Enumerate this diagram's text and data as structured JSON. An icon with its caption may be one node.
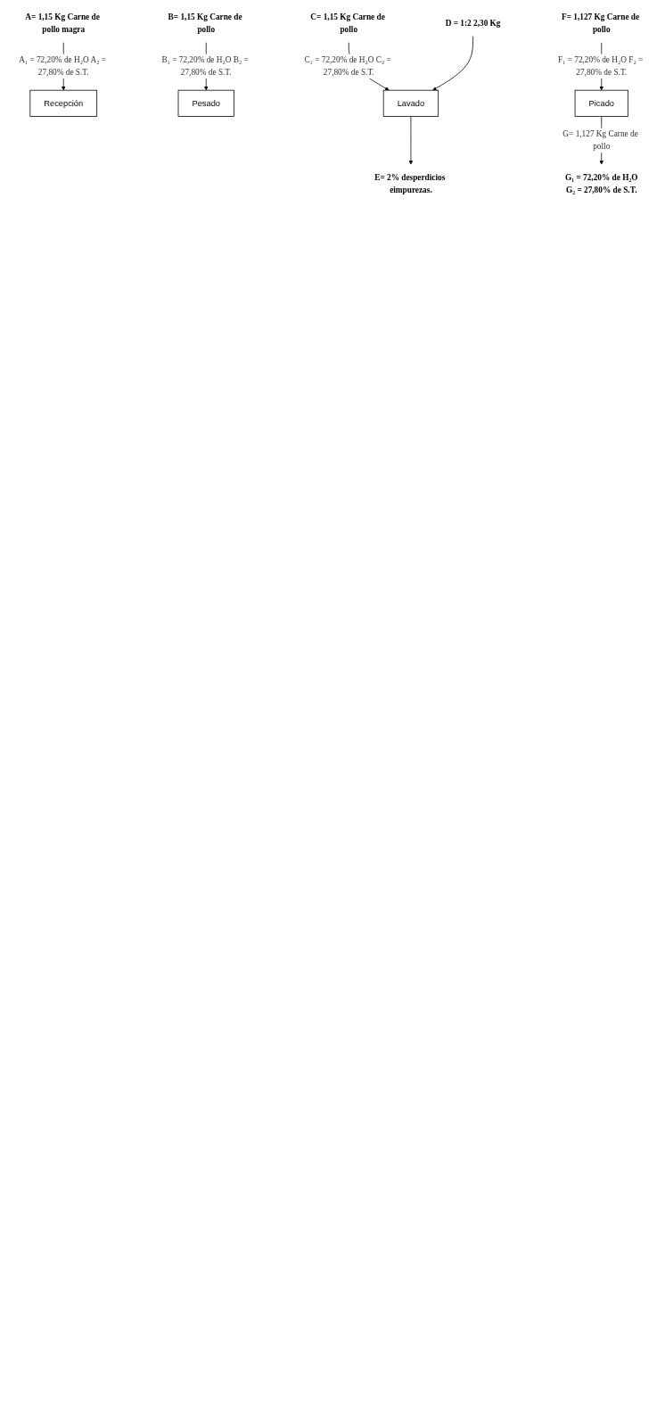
{
  "diagram": {
    "nodes": [
      {
        "text": [
          "A= 1,15 Kg Carne de pollo magra"
        ]
      },
      {
        "text": [
          "Recepción"
        ]
      },
      {
        "text": [
          "B= 1,15 Kg Carne de pollo"
        ]
      },
      {
        "text": [
          "Pesado"
        ]
      },
      {
        "text": [
          "C= 1,15 Kg Carne de pollo"
        ]
      },
      {
        "text": [
          "D = 1:2 2,30 Kg"
        ]
      },
      {
        "text": [
          "Lavado"
        ]
      },
      {
        "text": [
          "E= 2% desperdicios eimpurezas."
        ]
      },
      {
        "text": [
          "F= 1,127 Kg Carne de pollo"
        ]
      },
      {
        "text": [
          "Picado"
        ]
      },
      {
        "text": [
          "G₁ = 72,20% de H₂O",
          "G₂ = 27,80% de S.T."
        ]
      }
    ],
    "edges": [
      {
        "from": 0,
        "to": 1,
        "arrow": "to",
        "label": "A₁ = 72,20% de H₂O A₂ = 27,80% de S.T."
      },
      {
        "from": 2,
        "to": 3,
        "arrow": "to",
        "label": "B₁ = 72,20% de H₂O B₂ = 27,80% de S.T."
      },
      {
        "from": 4,
        "to": 6,
        "arrow": "to",
        "label": "C₁ = 72,20% de H₂O C₂ = 27,80% de S.T."
      },
      {
        "from": 5,
        "to": 6,
        "arrow": "to"
      },
      {
        "from": 6,
        "to": 7,
        "arrow": "to"
      },
      {
        "from": 8,
        "to": 9,
        "arrow": "to",
        "label": "F₁ = 72,20% de H₂O F₂ = 27,80% de S.T."
      },
      {
        "from": 9,
        "to": 10,
        "arrow": "to",
        "label": "G= 1,127 Kg Carne de pollo"
      }
    ]
  }
}
